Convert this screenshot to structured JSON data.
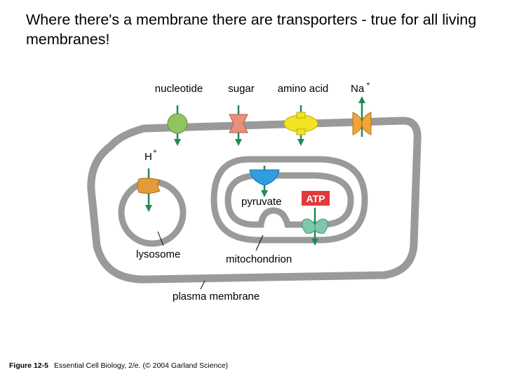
{
  "slide": {
    "title": "Where there's a membrane there are transporters - true for all living membranes!"
  },
  "diagram": {
    "labels": {
      "nucleotide": "nucleotide",
      "sugar": "sugar",
      "amino_acid": "amino acid",
      "sodium": "Na",
      "sodium_charge": "+",
      "hydrogen": "H",
      "hydrogen_charge": "+",
      "pyruvate": "pyruvate",
      "atp": "ATP",
      "lysosome": "lysosome",
      "mitochondrion": "mitochondrion",
      "plasma_membrane": "plasma membrane"
    },
    "colors": {
      "membrane": "#9a9a9a",
      "arrow": "#1f8a57",
      "nucleotide_transporter": "#8fc45e",
      "sugar_transporter": "#e9907a",
      "amino_acid_transporter": "#f2e422",
      "sodium_transporter": "#f2a33a",
      "proton_pump": "#e59a3a",
      "pyruvate_transporter": "#2f9ee0",
      "atp_transporter": "#7fc7a9",
      "atp_badge": "#e03a3a"
    }
  },
  "caption": {
    "figure": "Figure 12-5",
    "text": "Essential Cell Biology, 2/e. (© 2004 Garland Science)"
  }
}
